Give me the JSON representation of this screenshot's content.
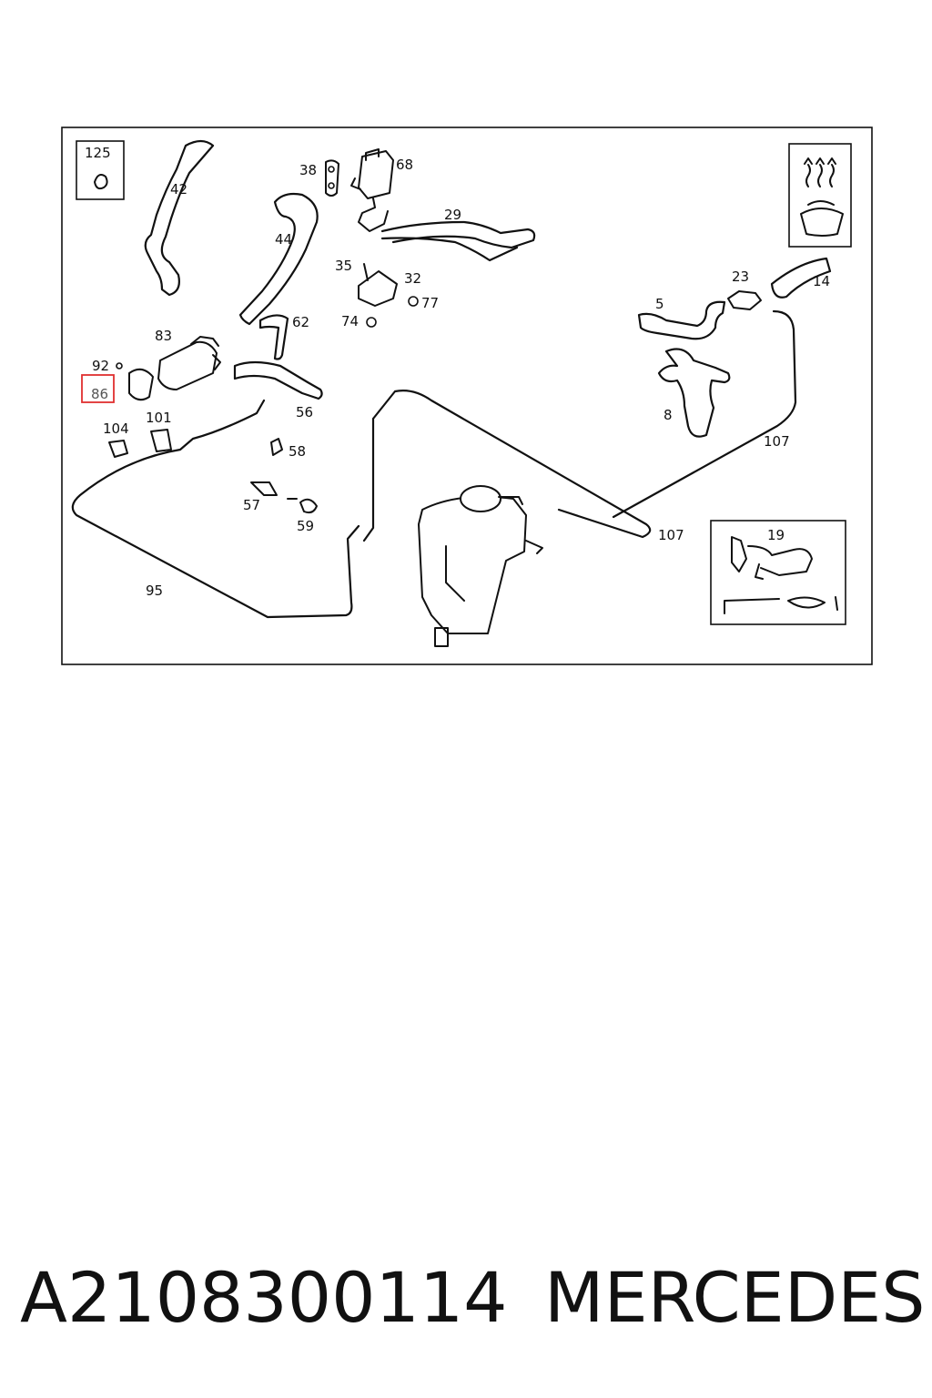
{
  "diagram": {
    "callouts": {
      "c125": "125",
      "c42": "42",
      "c38": "38",
      "c68": "68",
      "c44": "44",
      "c29": "29",
      "c35": "35",
      "c32": "32",
      "c77": "77",
      "c74": "74",
      "c83": "83",
      "c62": "62",
      "c92": "92",
      "c86": "86",
      "c56": "56",
      "c104": "104",
      "c101": "101",
      "c58": "58",
      "c57": "57",
      "c59": "59",
      "c95": "95",
      "c23": "23",
      "c14": "14",
      "c5": "5",
      "c8": "8",
      "c107a": "107",
      "c107b": "107",
      "c19": "19"
    },
    "highlighted_callout": "86",
    "highlight_color": "#e03030"
  },
  "caption": {
    "part_number": "A2108300114",
    "brand": "MERCEDES"
  }
}
